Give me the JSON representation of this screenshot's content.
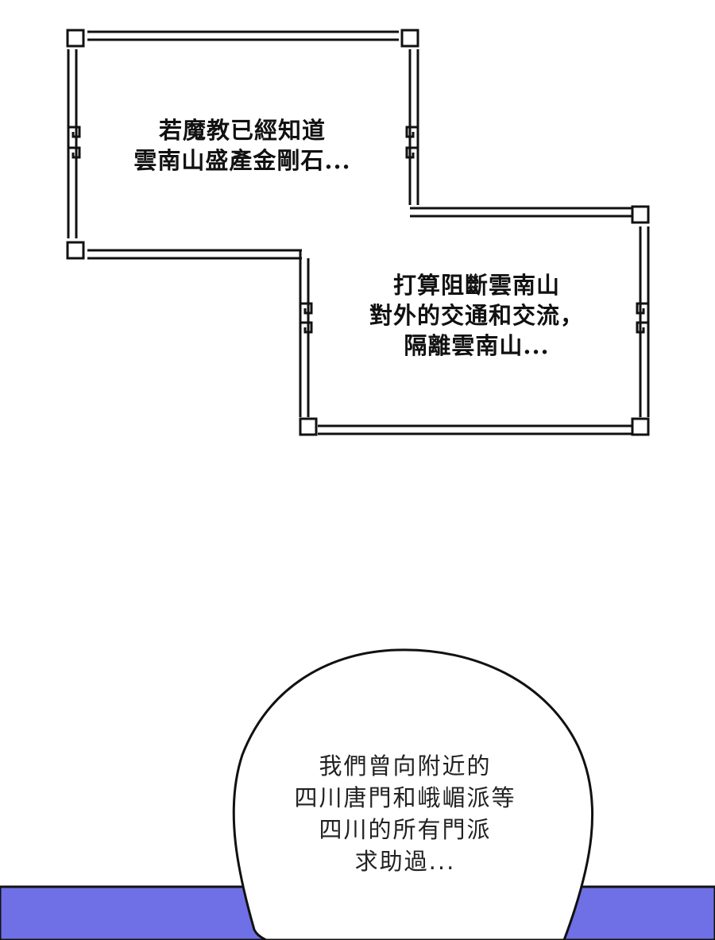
{
  "caption_1": {
    "lines": [
      "若魔教已經知道",
      "雲南山盛產金剛石..."
    ]
  },
  "caption_2": {
    "lines": [
      "打算阻斷雲南山",
      "對外的交通和交流，",
      "隔離雲南山..."
    ]
  },
  "speech_bubble": {
    "lines": [
      "我們曾向附近的",
      "四川唐門和峨嵋派等",
      "四川的所有門派",
      "求助過..."
    ]
  },
  "colors": {
    "background": "#ffffff",
    "frame": "#111111",
    "band": "#6f6fe6",
    "text": "#111111"
  }
}
